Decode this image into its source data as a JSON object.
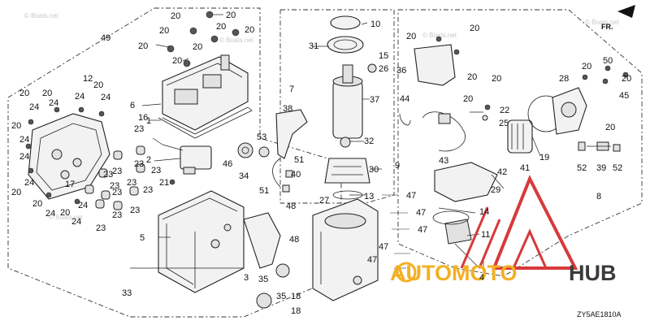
{
  "diagram": {
    "code": "ZY5AE1810A",
    "front_marker": "FR.",
    "watermark_text": "© Boats.net",
    "brand": {
      "part1": "AUTOMOTO",
      "part2": "HUB",
      "accent_color": "#f3b024",
      "dark_color": "#3a3a3a",
      "logo_color": "#d63a3a"
    },
    "callouts": [
      "1",
      "2",
      "3",
      "4",
      "5",
      "6",
      "7",
      "8",
      "9",
      "10",
      "11",
      "12",
      "13",
      "14",
      "15",
      "16",
      "17",
      "18",
      "18",
      "19",
      "20",
      "20",
      "20",
      "20",
      "20",
      "20",
      "20",
      "20",
      "20",
      "20",
      "20",
      "20",
      "20",
      "20",
      "20",
      "20",
      "20",
      "20",
      "20",
      "20",
      "20",
      "20",
      "20",
      "21",
      "22",
      "23",
      "23",
      "23",
      "23",
      "23",
      "23",
      "23",
      "23",
      "23",
      "23",
      "23",
      "23",
      "24",
      "24",
      "24",
      "24",
      "24",
      "24",
      "24",
      "24",
      "24",
      "24",
      "25",
      "26",
      "27",
      "28",
      "29",
      "30",
      "31",
      "32",
      "33",
      "34",
      "35",
      "35",
      "36",
      "37",
      "38",
      "39",
      "40",
      "41",
      "42",
      "43",
      "44",
      "45",
      "46",
      "47",
      "47",
      "47",
      "47",
      "47",
      "48",
      "48",
      "49",
      "50",
      "51",
      "51",
      "52",
      "52",
      "53"
    ]
  }
}
